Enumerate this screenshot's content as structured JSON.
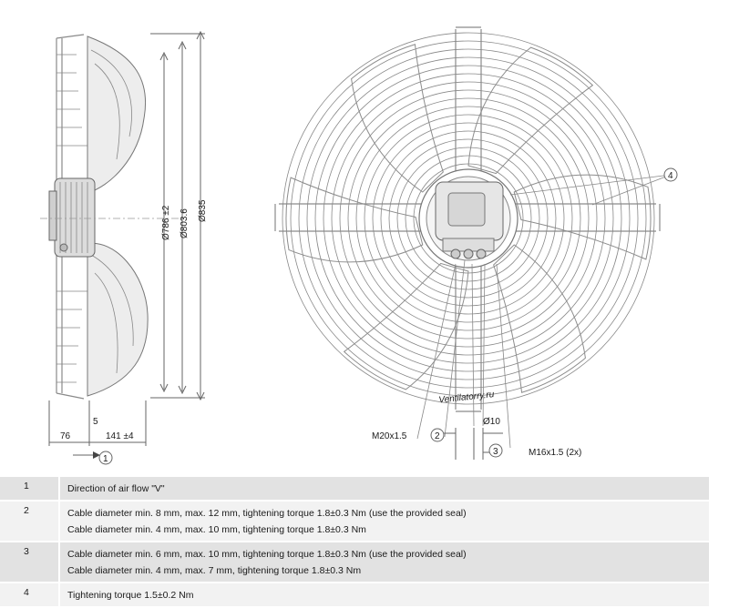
{
  "dimensions": {
    "d786": "Ø786 ±2",
    "d803": "Ø803.6",
    "d835": "Ø835",
    "depth76": "76",
    "depth5": "5",
    "depth141": "141 ±4",
    "d10": "Ø10",
    "m20": "M20x1.5",
    "m16": "M16x1.5 (2x)"
  },
  "callouts": {
    "c1": "1",
    "c2": "2",
    "c3": "3",
    "c4": "4"
  },
  "watermark": "Ventilatorry.ru",
  "notes": [
    {
      "num": "1",
      "lines": [
        "Direction of air flow \"V\""
      ]
    },
    {
      "num": "2",
      "lines": [
        "Cable diameter min. 8 mm, max. 12 mm, tightening torque 1.8±0.3 Nm (use the provided seal)",
        "Cable diameter min. 4 mm, max. 10 mm, tightening torque 1.8±0.3 Nm"
      ]
    },
    {
      "num": "3",
      "lines": [
        "Cable diameter min. 6 mm, max. 10 mm, tightening torque 1.8±0.3 Nm (use the provided seal)",
        "Cable diameter min. 4 mm, max. 7 mm, tightening torque 1.8±0.3 Nm"
      ]
    },
    {
      "num": "4",
      "lines": [
        "Tightening torque 1.5±0.2 Nm"
      ]
    }
  ]
}
